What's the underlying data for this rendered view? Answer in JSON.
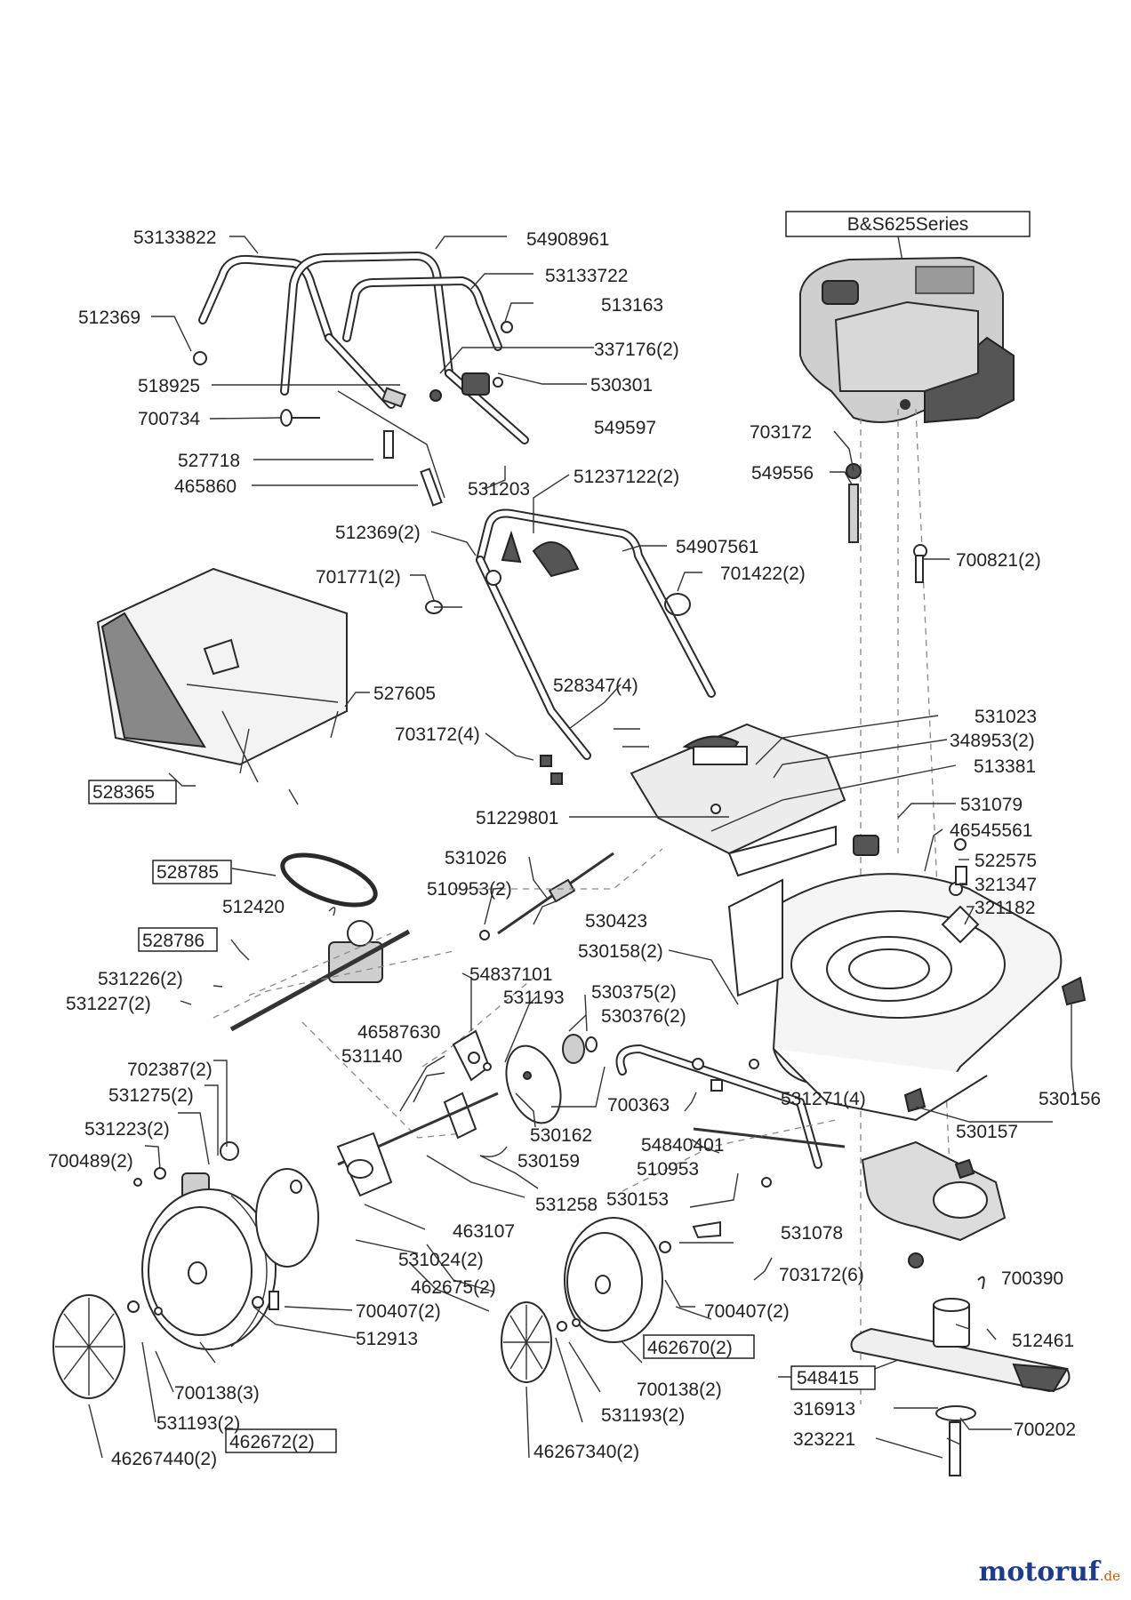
{
  "diagram": {
    "engine_box_label": "B&S625Series",
    "labels": {
      "l53133822": "53133822",
      "l54908961": "54908961",
      "l53133722": "53133722",
      "l512369": "512369",
      "l513163": "513163",
      "l337176": "337176(2)",
      "l518925": "518925",
      "l530301": "530301",
      "l700734": "700734",
      "l549597": "549597",
      "l527718": "527718",
      "l465860": "465860",
      "l531203": "531203",
      "l51237122": "51237122(2)",
      "l512369b": "512369(2)",
      "l54907561": "54907561",
      "l701771": "701771(2)",
      "l701422": "701422(2)",
      "l527605": "527605",
      "l528347": "528347(4)",
      "l703172b": "703172(4)",
      "l531023": "531023",
      "l348953": "348953(2)",
      "l513381": "513381",
      "l528365": "528365",
      "l51229801": "51229801",
      "l531079": "531079",
      "l46545561": "46545561",
      "l703172": "703172",
      "l549556": "549556",
      "l700821": "700821(2)",
      "l522575": "522575",
      "l321347": "321347",
      "l321182": "321182",
      "l528785": "528785",
      "l531026": "531026",
      "l510953b": "510953(2)",
      "l530423": "530423",
      "l512420": "512420",
      "l528786": "528786",
      "l530158": "530158(2)",
      "l54837101": "54837101",
      "l531193": "531193",
      "l530375": "530375(2)",
      "l530376": "530376(2)",
      "l531226": "531226(2)",
      "l531227": "531227(2)",
      "l46587630": "46587630",
      "l531140": "531140",
      "l702387": "702387(2)",
      "l531275": "531275(2)",
      "l531223": "531223(2)",
      "l700489": "700489(2)",
      "l700363": "700363",
      "l531271": "531271(4)",
      "l530156": "530156",
      "l530162": "530162",
      "l530159": "530159",
      "l54840401": "54840401",
      "l530157": "530157",
      "l510953": "510953",
      "l531258": "531258",
      "l530153": "530153",
      "l463107": "463107",
      "l531078": "531078",
      "l531024": "531024(2)",
      "l462675": "462675(2)",
      "l703172c": "703172(6)",
      "l700390": "700390",
      "l700407a": "700407(2)",
      "l700407b": "700407(2)",
      "l512913": "512913",
      "l512461": "512461",
      "l462672": "462672(2)",
      "l462670": "462670(2)",
      "l548415": "548415",
      "l700138a": "700138(3)",
      "l700138b": "700138(2)",
      "l316913": "316913",
      "l531193a": "531193(2)",
      "l531193b": "531193(2)",
      "l700202": "700202",
      "l323221": "323221",
      "l46267440": "46267440(2)",
      "l46267340": "46267340(2)"
    }
  },
  "watermark": {
    "brand": "motoruf",
    "tld": ".de"
  }
}
